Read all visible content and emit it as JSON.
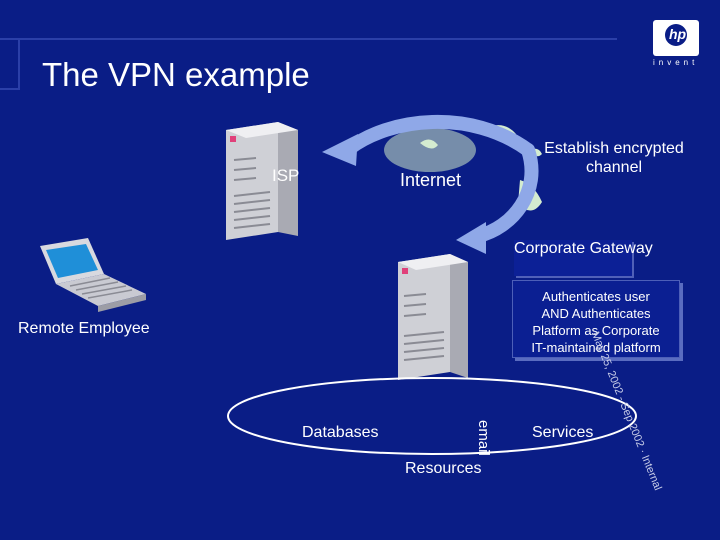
{
  "slide": {
    "title": "The VPN example",
    "logo_text": "hp",
    "logo_tagline": "invent"
  },
  "labels": {
    "isp": "ISP",
    "internet": "Internet",
    "establish": "Establish encrypted channel",
    "gateway": "Corporate Gateway",
    "auth_lines": [
      "Authenticates user",
      "AND Authenticates",
      "Platform as Corporate",
      "IT-maintained platform"
    ],
    "remote_employee": "Remote Employee",
    "databases": "Databases",
    "services": "Services",
    "resources": "Resources",
    "rotated_word": "email",
    "watermark": "May 25, 2002 - Sep 2002 · Internal"
  },
  "colors": {
    "background": "#0a1d86",
    "server": "#e8e8ea",
    "arrow": "#8fa8e8",
    "globe": "#d4ecd0",
    "ellipse": "#ffffff"
  }
}
